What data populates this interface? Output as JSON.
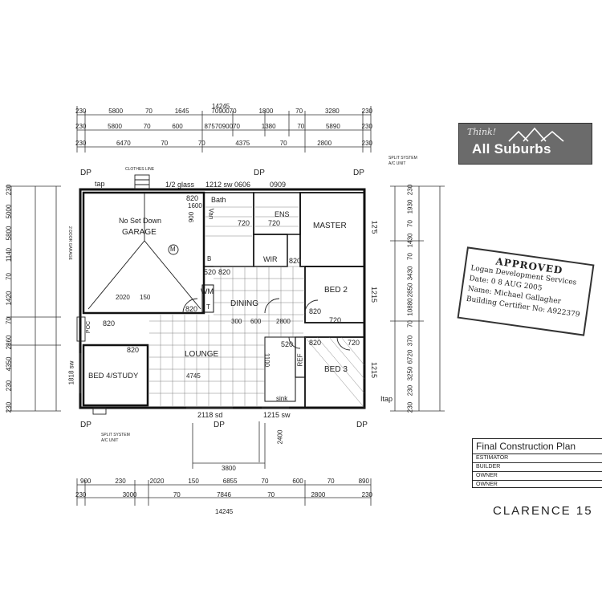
{
  "watermark": {
    "think": "Think!",
    "brand": "All Suburbs"
  },
  "plan": {
    "top_dims": {
      "overall": "14245",
      "row1": [
        "230",
        "5800",
        "70",
        "1645",
        "7090070",
        "1800",
        "70",
        "3280",
        "230"
      ],
      "row2": [
        "230",
        "5800",
        "70",
        "600",
        "8757090070",
        "1380",
        "70",
        "5890",
        "230"
      ],
      "row3": [
        "230",
        "6470",
        "70",
        "70",
        "4375",
        "70",
        "2800",
        "230"
      ]
    },
    "bottom_dims": {
      "row1": [
        "900",
        "230",
        "2020",
        "150",
        "6855",
        "70",
        "600",
        "70",
        "890"
      ],
      "row2": [
        "230",
        "3000",
        "70",
        "7846",
        "70",
        "2800",
        "230"
      ],
      "overall": "14245",
      "mid": "3800",
      "vert": "2400"
    },
    "left_dims": [
      "230",
      "5000",
      "5800",
      "1140",
      "70",
      "1420",
      "70",
      "2860",
      "4350",
      "230",
      "230"
    ],
    "right_dims": [
      "230",
      "1930",
      "70",
      "1430",
      "70",
      "3430",
      "2850",
      "10880",
      "70",
      "370",
      "6720",
      "3250",
      "230",
      "230"
    ],
    "wall_dims": [
      "12'5",
      "1215",
      "1215"
    ],
    "labels": {
      "dp": "DP",
      "tap": "tap",
      "itap": "Itap",
      "clothes_line": "CLOTHES LINE",
      "split_tr": "SPLIT SYSTEM",
      "split_tr2": "A/C UNIT",
      "split_bl": "SPLIT SYSTEM",
      "split_bl2": "A/C UNIT",
      "glass": "1/2 glass",
      "sw_top": "1212 sw 0606",
      "top_small": "0909",
      "garage_note": "No Set Down",
      "garage": "GARAGE",
      "garage_side": "2 DOOR GARAGE",
      "bath": "Bath",
      "van": "Van",
      "ens": "ENS",
      "wir": "WIR",
      "master": "MASTER",
      "bed2": "BED 2",
      "bed3": "BED 3",
      "bed4": "BED 4/STUDY",
      "lounge": "LOUNGE",
      "dining": "DINING",
      "wm": "WM",
      "ref": "REF",
      "sink": "sink",
      "poc": "POC",
      "m": "M",
      "b": "B",
      "t": "T",
      "sw_left": "1818 sw",
      "sd_bottom": "2118 sd",
      "sw_bottom": "1215 sw",
      "d820": "820",
      "d720": "720",
      "d520": "520",
      "d900": "900",
      "d1600": "1600",
      "d2020": "2020",
      "d150": "150",
      "d300": "300",
      "d600": "600",
      "d2800": "2800",
      "d4745": "4745",
      "d1100": "1100"
    }
  },
  "stamp": {
    "heading": "APPROVED",
    "line1": "Logan Development Services",
    "line2": "Date: 0 8 AUG 2005",
    "line3": "Name: Michael Gallagher",
    "line4": "Building Certifier No: A922379"
  },
  "title_block": {
    "title": "Final Construction Plan",
    "rows": [
      "ESTIMATOR",
      "BUILDER",
      "OWNER",
      "OWNER"
    ]
  },
  "project": "CLARENCE 15"
}
